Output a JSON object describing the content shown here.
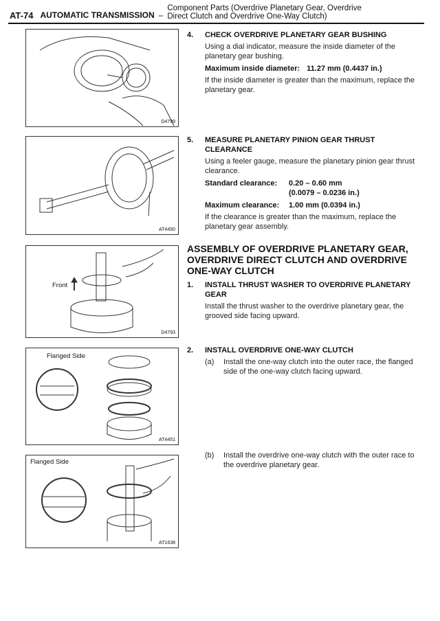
{
  "header": {
    "page": "AT-74",
    "title": "AUTOMATIC TRANSMISSION",
    "dash": "–",
    "subtitle_line1": "Component Parts (Overdrive Planetary Gear, Overdrive",
    "subtitle_line2": "Direct Clutch and Overdrive One-Way Clutch)"
  },
  "figures": [
    {
      "id": "D4799"
    },
    {
      "id": "AT4450"
    },
    {
      "id": "D4793",
      "label": "Front"
    },
    {
      "id": "AT4451",
      "label": "Flanged Side"
    },
    {
      "id": "AT1638",
      "label": "Flanged Side"
    }
  ],
  "step4": {
    "num": "4.",
    "title": "CHECK OVERDRIVE PLANETARY GEAR BUSHING",
    "text": "Using a dial indicator, measure the inside diameter of the planetary gear bushing.",
    "spec_label": "Maximum inside diameter:",
    "spec_value": "11.27 mm (0.4437 in.)",
    "note": "If the inside diameter is greater than the maximum, replace the planetary gear."
  },
  "step5": {
    "num": "5.",
    "title": "MEASURE PLANETARY PINION GEAR THRUST CLEARANCE",
    "text": "Using a feeler gauge, measure the planetary pinion gear thrust clearance.",
    "std_label": "Standard clearance:",
    "std_value1": "0.20 – 0.60 mm",
    "std_value2": "(0.0079 – 0.0236 in.)",
    "max_label": "Maximum clearance:",
    "max_value": "1.00 mm (0.0394 in.)",
    "note": "If the clearance is greater than the maximum, replace the planetary gear assembly."
  },
  "assembly": {
    "heading": "ASSEMBLY OF OVERDRIVE PLANETARY GEAR, OVERDRIVE DIRECT CLUTCH AND OVERDRIVE ONE-WAY CLUTCH",
    "step1": {
      "num": "1.",
      "title": "INSTALL THRUST WASHER TO OVERDRIVE PLANETARY GEAR",
      "text": "Install the thrust washer to the overdrive planetary gear, the grooved side facing upward."
    },
    "step2": {
      "num": "2.",
      "title": "INSTALL OVERDRIVE ONE-WAY CLUTCH",
      "a_label": "(a)",
      "a_text": "Install the one-way clutch into the outer race, the flanged side of the one-way clutch facing upward.",
      "b_label": "(b)",
      "b_text": "Install the overdrive one-way clutch with the outer race to the overdrive planetary gear."
    }
  }
}
